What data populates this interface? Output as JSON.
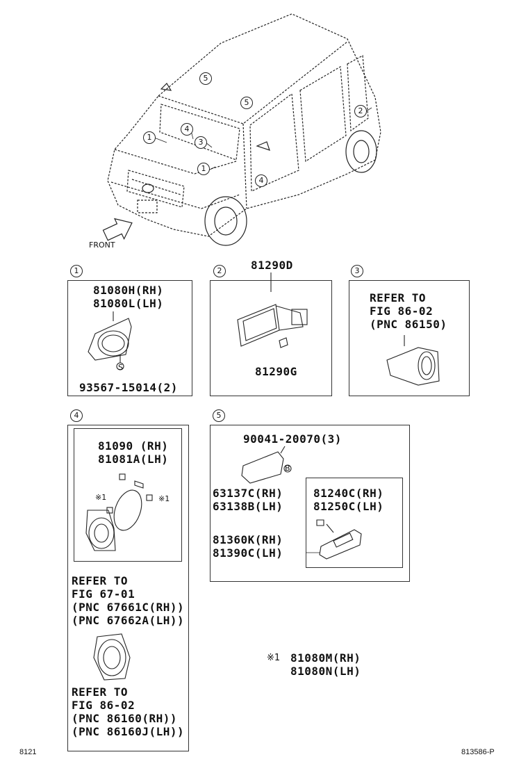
{
  "overview": {
    "front_label": "FRONT",
    "callouts": [
      "1",
      "2",
      "3",
      "4",
      "5",
      "5",
      "1",
      "4"
    ]
  },
  "panel1": {
    "index": "1",
    "part_a": "81080H(RH)",
    "part_b": "81080L(LH)",
    "fastener": "93567-15014(2)",
    "fastener_ref": "S"
  },
  "panel2": {
    "index": "2",
    "top_part": "81290D",
    "sub_part": "81290G"
  },
  "panel3": {
    "index": "3",
    "line1": "REFER TO",
    "line2": "FIG 86-02",
    "line3": "(PNC 86150)"
  },
  "panel4": {
    "index": "4",
    "part_a": "81090 (RH)",
    "part_b": "81081A(LH)",
    "mark_left": "※1",
    "mark_right": "※1",
    "ref1_line1": "REFER TO",
    "ref1_line2": "FIG 67-01",
    "ref1_line3": "(PNC 67661C(RH))",
    "ref1_line4": "(PNC 67662A(LH))",
    "ref2_line1": "REFER TO",
    "ref2_line2": "FIG 86-02",
    "ref2_line3": "(PNC 86160(RH))",
    "ref2_line4": "(PNC 86160J(LH))"
  },
  "panel5": {
    "index": "5",
    "screw": "90041-20070(3)",
    "screw_ref": "B",
    "part_a": "63137C(RH)",
    "part_b": "63138B(LH)",
    "part_c": "81360K(RH)",
    "part_d": "81390C(LH)",
    "inner_a": "81240C(RH)",
    "inner_b": "81250C(LH)"
  },
  "note": {
    "mark": "※1",
    "line1": "81080M(RH)",
    "line2": "81080N(LH)"
  },
  "footer": {
    "left": "8121",
    "right": "813586-P"
  }
}
